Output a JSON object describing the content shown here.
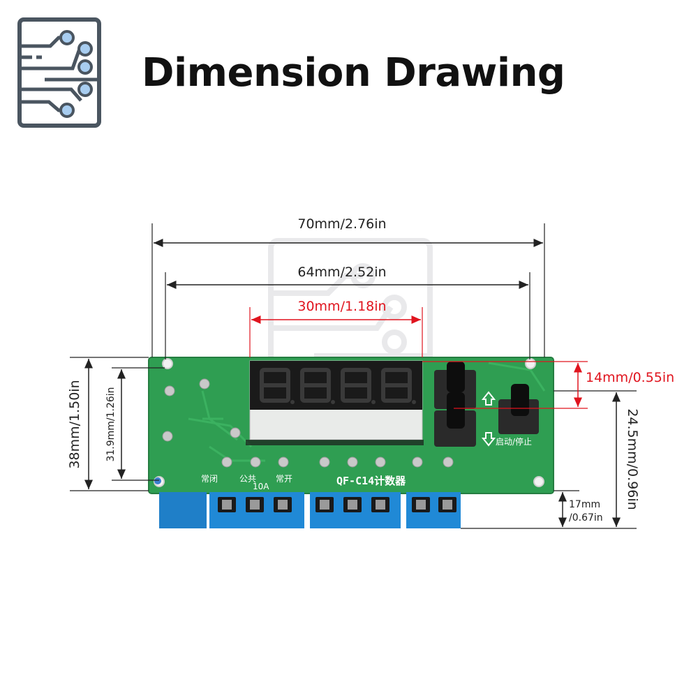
{
  "header": {
    "title": "Dimension Drawing"
  },
  "dimensions": {
    "width_total": "70mm/2.76in",
    "width_holes": "64mm/2.52in",
    "width_display": "30mm/1.18in",
    "height_total": "38mm/1.50in",
    "height_holes": "31.9mm/1.26in",
    "height_buttons": "14mm/0.55in",
    "height_right": "24.5mm/0.96in",
    "terminal_height_mm": "17mm",
    "terminal_height_in": "/0.67in"
  },
  "board": {
    "label_nc": "常闭",
    "label_com": "公共",
    "label_10a": "10A",
    "label_no": "常开",
    "model": "QF-C14计数器",
    "button_label": "启动/停止",
    "display_digits": "8.8.8.8."
  },
  "colors": {
    "pcb": "#2f9e52",
    "terminal": "#1f7fc8",
    "red": "#e0141e"
  }
}
